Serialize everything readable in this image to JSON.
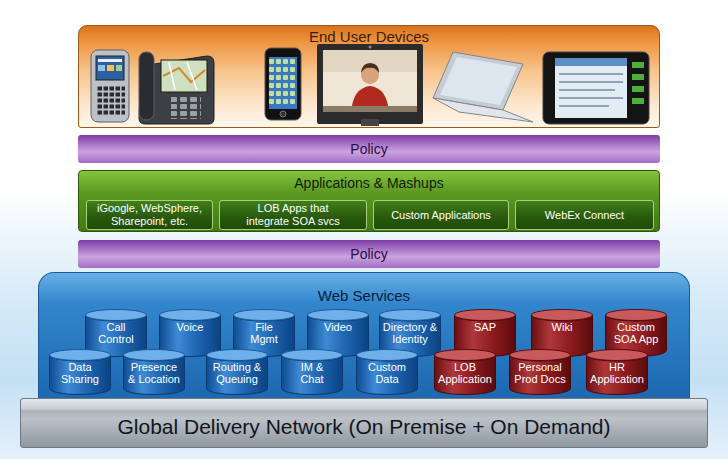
{
  "diagram": {
    "nodes": [
      {
        "text": [
          "End User Devices"
        ]
      },
      {
        "text": [
          "Policy"
        ]
      },
      {
        "text": [
          "Applications & Mashups"
        ]
      },
      {
        "text": [
          "iGoogle, WebSphere, Sharepoint, etc."
        ],
        "in": 2
      },
      {
        "text": [
          "LOB Apps that integrate SOA svcs"
        ],
        "in": 2
      },
      {
        "text": [
          "Custom Applications"
        ],
        "in": 2
      },
      {
        "text": [
          "WebEx Connect"
        ],
        "in": 2
      },
      {
        "text": [
          "Policy"
        ]
      },
      {
        "text": [
          "Web Services"
        ]
      },
      {
        "text": [
          "Call Control"
        ],
        "in": 8
      },
      {
        "text": [
          "Voice"
        ],
        "in": 8
      },
      {
        "text": [
          "File Mgmt"
        ],
        "in": 8
      },
      {
        "text": [
          "Video"
        ],
        "in": 8
      },
      {
        "text": [
          "Directory & Identity"
        ],
        "in": 8
      },
      {
        "text": [
          "SAP"
        ],
        "in": 8
      },
      {
        "text": [
          "Wiki"
        ],
        "in": 8
      },
      {
        "text": [
          "Custom SOA App"
        ],
        "in": 8
      },
      {
        "text": [
          "Data Sharing"
        ],
        "in": 8
      },
      {
        "text": [
          "Presence & Location"
        ],
        "in": 8
      },
      {
        "text": [
          "Routing & Queuing"
        ],
        "in": 8
      },
      {
        "text": [
          "IM & Chat"
        ],
        "in": 8
      },
      {
        "text": [
          "Custom Data"
        ],
        "in": 8
      },
      {
        "text": [
          "LOB Application"
        ],
        "in": 8
      },
      {
        "text": [
          "Personal Prod Docs"
        ],
        "in": 8
      },
      {
        "text": [
          "HR Application"
        ],
        "in": 8
      },
      {
        "text": [
          "Global Delivery Network (On Premise + On Demand)"
        ]
      }
    ]
  }
}
